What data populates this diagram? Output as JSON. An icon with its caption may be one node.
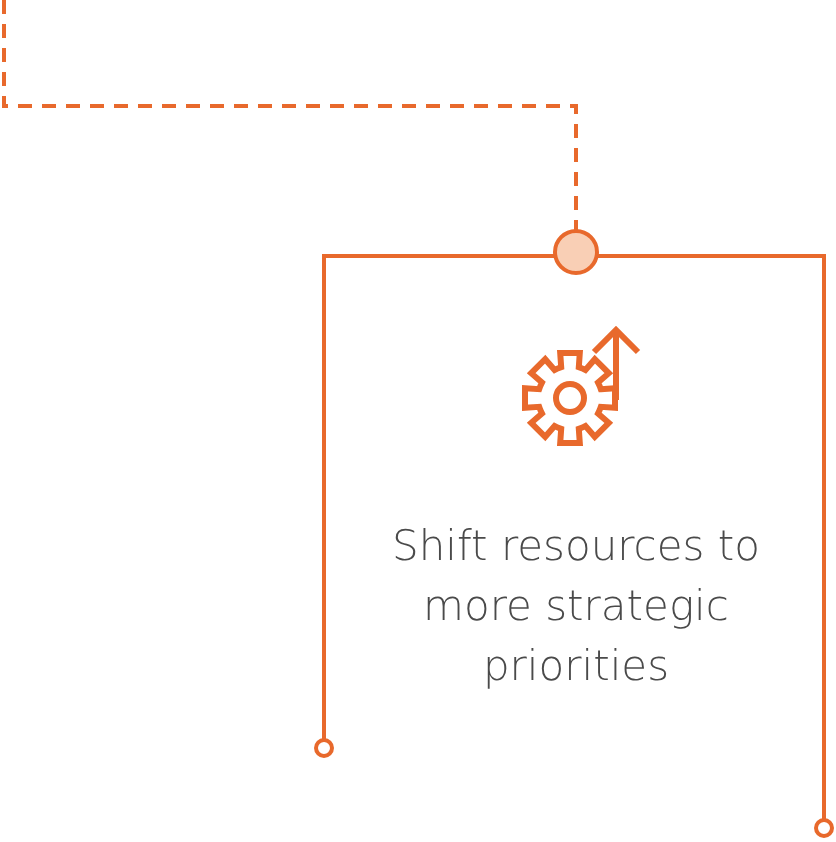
{
  "diagram": {
    "nodes": [
      {
        "text": [],
        "shape": "circle"
      },
      {
        "text": [],
        "shape": "circle"
      },
      {
        "text": [],
        "shape": "circle"
      }
    ],
    "edges": [
      {
        "from": null,
        "to": 0,
        "arrow": "none",
        "style": "dashed"
      },
      {
        "from": 0,
        "to": 1,
        "arrow": "none"
      },
      {
        "from": 0,
        "to": 2,
        "arrow": "none"
      }
    ],
    "labels": [
      "Shift resources to more strategic priorities"
    ]
  }
}
